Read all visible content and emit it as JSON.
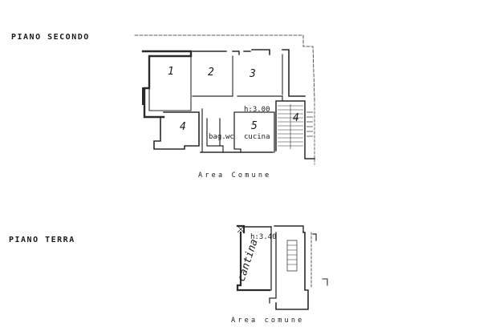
{
  "second_floor": {
    "title": "PIANO SECONDO",
    "rooms": [
      {
        "key": "r1",
        "label": "1"
      },
      {
        "key": "r2",
        "label": "2"
      },
      {
        "key": "r3",
        "label": "3"
      },
      {
        "key": "r4",
        "label": "4"
      },
      {
        "key": "r5",
        "label": "5"
      },
      {
        "key": "r6",
        "label": "4"
      }
    ],
    "named_rooms": {
      "bagno": "bag.",
      "wc": "wc",
      "cucina": "cucina"
    },
    "height": "h:3.00",
    "stair_label": "4",
    "area": "Area  Comune"
  },
  "ground_floor": {
    "title": "PIANO  TERRA",
    "height": "h:3.40",
    "room": "cantina",
    "area": "Area  comune"
  },
  "colors": {
    "ink": "#1a1a1a",
    "paper": "#ffffff",
    "wall": "#2a2a2a"
  }
}
